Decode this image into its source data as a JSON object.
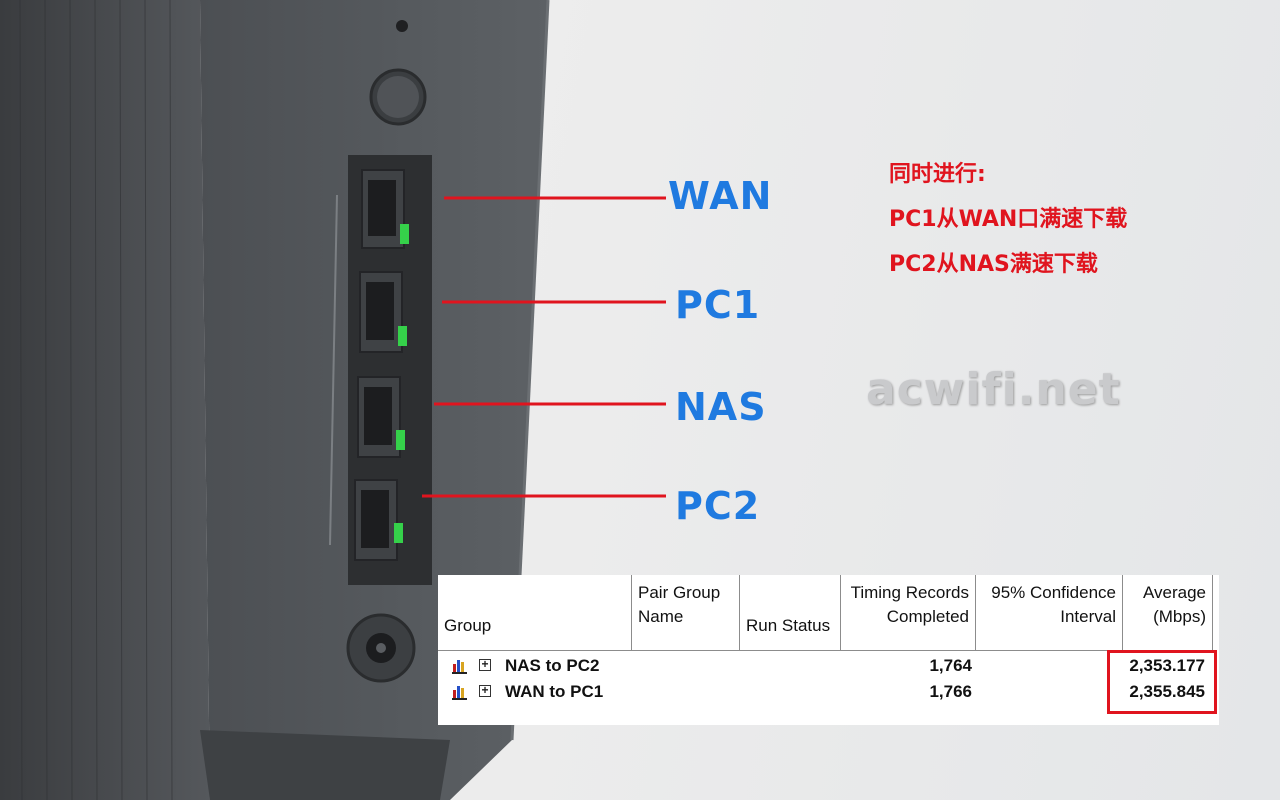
{
  "ports": [
    {
      "label": "WAN"
    },
    {
      "label": "PC1"
    },
    {
      "label": "NAS"
    },
    {
      "label": "PC2"
    }
  ],
  "note_lines": [
    "同时进行:",
    "PC1从WAN口满速下载",
    "PC2从NAS满速下载"
  ],
  "watermark": "acwifi.net",
  "table": {
    "headers": [
      {
        "lines": [
          "Group"
        ]
      },
      {
        "lines": [
          "Pair Group",
          "Name"
        ]
      },
      {
        "lines": [
          "Run Status"
        ]
      },
      {
        "lines": [
          "Timing Records",
          "Completed"
        ]
      },
      {
        "lines": [
          "95% Confidence",
          "Interval"
        ]
      },
      {
        "lines": [
          "Average",
          "(Mbps)"
        ]
      }
    ],
    "rows": [
      {
        "group": "NAS to PC2",
        "records": "1,764",
        "average": "2,353.177"
      },
      {
        "group": "WAN to PC1",
        "records": "1,766",
        "average": "2,355.845"
      }
    ]
  },
  "colors": {
    "label": "#1f7ae0",
    "accent": "#e0141e",
    "device": "#4a4d51"
  }
}
